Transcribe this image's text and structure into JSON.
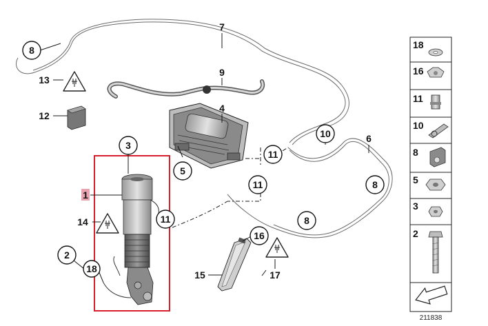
{
  "callouts": {
    "c1": "1",
    "c2": "2",
    "c3": "3",
    "c4": "4",
    "c5": "5",
    "c6": "6",
    "c7": "7",
    "c8a": "8",
    "c8b": "8",
    "c8c": "8",
    "c9": "9",
    "c10a": "10",
    "c11a": "11",
    "c11b": "11",
    "c11c": "11",
    "c12": "12",
    "c13": "13",
    "c14": "14",
    "c15": "15",
    "c16": "16",
    "c17": "17",
    "c18": "18"
  },
  "legend": {
    "items": [
      "18",
      "16",
      "11",
      "10",
      "8",
      "5",
      "3",
      "2"
    ]
  },
  "reference_code": "211838",
  "colors": {
    "highlight_frame": "#d81e2a",
    "highlight_label_bg": "#e8a2b0",
    "parts_grey": "#bdbdbd",
    "line": "#1a1a1a"
  }
}
